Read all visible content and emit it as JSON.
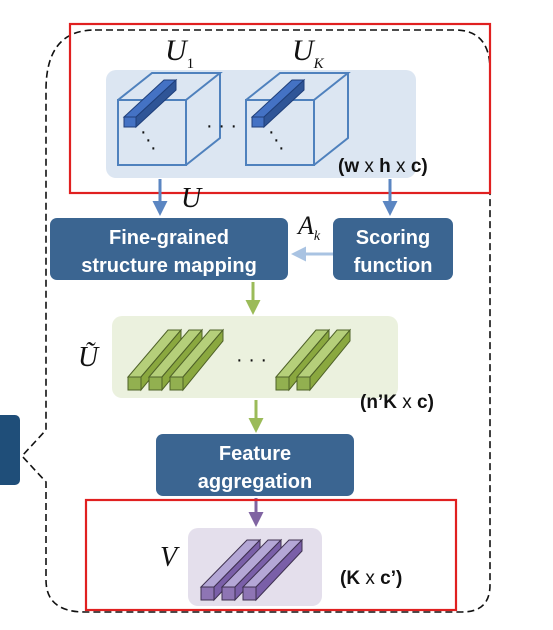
{
  "symbols": {
    "u1_base": "U",
    "u1_sub": "1",
    "uk_base": "U",
    "uk_sub": "K",
    "u": "U",
    "ak_base": "A",
    "ak_sub": "k",
    "u_tilde": "Ũ",
    "v": "V"
  },
  "dims": {
    "top": {
      "open": "(",
      "w": "w",
      "x1": " x ",
      "h": "h",
      "x2": " x ",
      "c": "c",
      "close": ")"
    },
    "mid": {
      "open": "(",
      "n": "n’K",
      "x": " x ",
      "c": "c",
      "close": ")"
    },
    "bottom": {
      "open": "(",
      "k": "K",
      "x": " x ",
      "c": "c’",
      "close": ")"
    }
  },
  "boxes": {
    "mapping": {
      "line1": "Fine-grained",
      "line2": "structure mapping"
    },
    "scoring": {
      "line1": "Scoring",
      "line2": "function"
    },
    "aggregation": {
      "line1": "Feature",
      "line2": "aggregation"
    }
  },
  "ellipsis": {
    "top": "· · ·",
    "mid": "· · ·",
    "diag": "·"
  },
  "colors": {
    "panel_blue": "#dce6f2",
    "panel_green": "#ebf1de",
    "panel_purple": "#e4dfec",
    "box_fill": "#3b6591",
    "cube_stroke": "#4f81bd",
    "bar_blue": "#4472c4",
    "bar_green": "#92b050",
    "bar_purple": "#8e75b4",
    "arrow_blue": "#5b86c2",
    "arrow_green": "#9bbb59",
    "arrow_purple": "#8064a2",
    "red": "#e02020"
  }
}
